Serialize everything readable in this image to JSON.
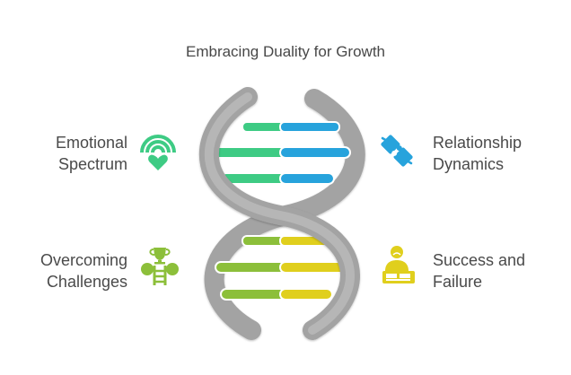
{
  "title": "Embracing Duality for Growth",
  "items": [
    {
      "line1": "Emotional",
      "line2": "Spectrum",
      "icon": "heart-rainbow-icon",
      "color": "#3ecb84"
    },
    {
      "line1": "Relationship",
      "line2": "Dynamics",
      "icon": "handshake-puzzle-icon",
      "color": "#27a3dc"
    },
    {
      "line1": "Overcoming",
      "line2": "Challenges",
      "icon": "trophy-ladder-icon",
      "color": "#8cbf3a"
    },
    {
      "line1": "Success and",
      "line2": "Failure",
      "icon": "worried-person-icon",
      "color": "#e0cf1d"
    }
  ],
  "colors": {
    "helix_strand": "#a3a3a3",
    "green": "#3ecb84",
    "blue": "#27a3dc",
    "lime": "#8cbf3a",
    "yellow": "#e0cf1d"
  }
}
